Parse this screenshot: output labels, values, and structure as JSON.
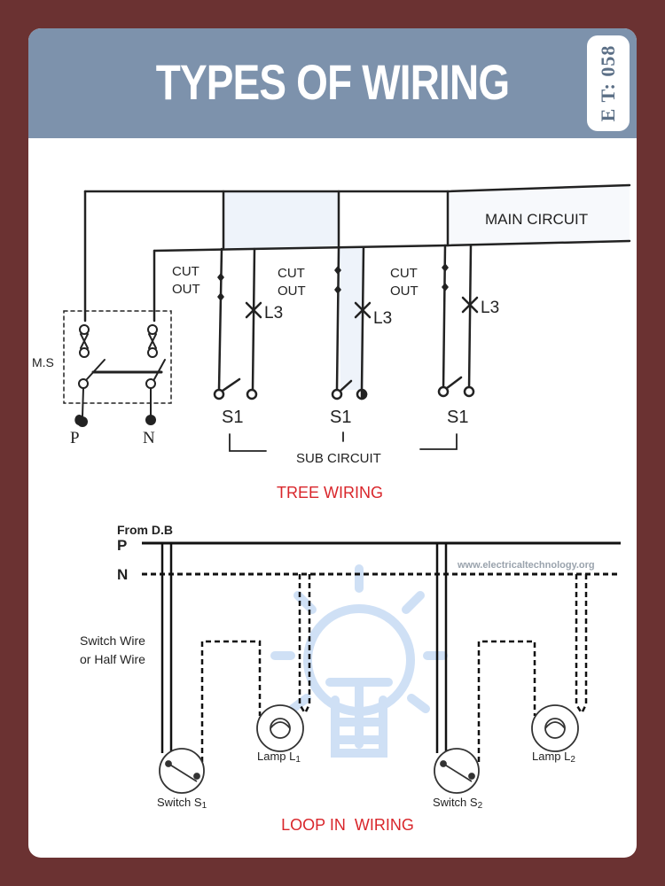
{
  "header": {
    "title": "TYPES OF WIRING",
    "badge": "E T: 058"
  },
  "tree": {
    "main_circuit": "MAIN CIRCUIT",
    "cut_out_1": "CUT",
    "cut_out_2": "OUT",
    "lamp": "L3",
    "switch": "S1",
    "ms": "M.S",
    "phase": "P",
    "neutral": "N",
    "sub_circuit": "SUB CIRCUIT",
    "caption": "TREE WIRING"
  },
  "loop": {
    "from_db": "From D.B",
    "phase": "P",
    "neutral": "N",
    "switch_wire_1": "Switch Wire",
    "switch_wire_2": "or Half Wire",
    "lamp1": "Lamp L",
    "lamp1_sub": "1",
    "lamp2": "Lamp L",
    "lamp2_sub": "2",
    "switch1": "Switch S",
    "switch1_sub": "1",
    "switch2": "Switch S",
    "switch2_sub": "2",
    "caption": "LOOP IN  WIRING",
    "watermark": "www.electricaltechnology.org"
  },
  "colors": {
    "background": "#6b3232",
    "header": "#7d92ac",
    "caption": "#d9262b",
    "bulb_watermark": "#cfe0f5"
  }
}
